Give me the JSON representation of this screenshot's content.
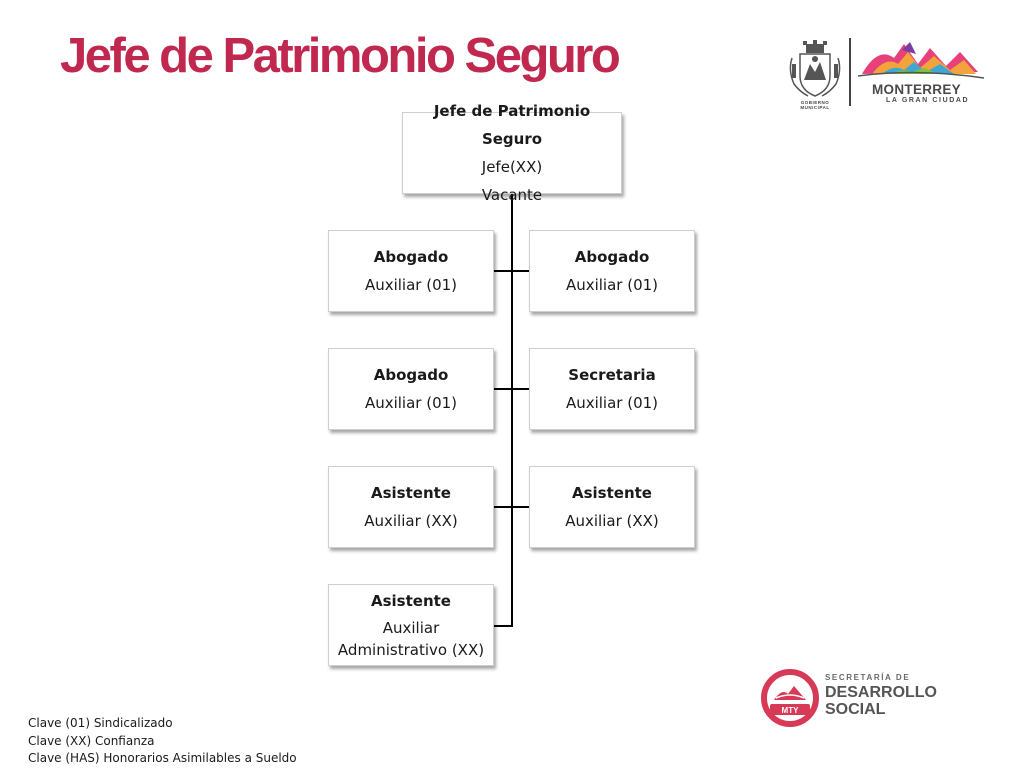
{
  "header": {
    "title": "Jefe de Patrimonio Seguro"
  },
  "logos": {
    "gobierno_caption": "GOBIERNO MUNICIPAL",
    "monterrey_name": "MONTERREY",
    "monterrey_subtitle": "LA GRAN CIUDAD",
    "ds_top": "SECRETARÍA DE",
    "ds_middle": "DESARROLLO",
    "ds_bottom": "SOCIAL",
    "ds_badge": "MTY"
  },
  "org": {
    "root": {
      "title": "Jefe de Patrimonio Seguro",
      "line1": "Jefe(XX)",
      "line2": "Vacante"
    },
    "nodes": [
      {
        "title": "Abogado",
        "subtitle": "Auxiliar  (01)"
      },
      {
        "title": "Abogado",
        "subtitle": "Auxiliar  (01)"
      },
      {
        "title": "Abogado",
        "subtitle": "Auxiliar  (01)"
      },
      {
        "title": "Secretaria",
        "subtitle": "Auxiliar  (01)"
      },
      {
        "title": "Asistente",
        "subtitle": "Auxiliar  (XX)"
      },
      {
        "title": "Asistente",
        "subtitle": "Auxiliar  (XX)"
      },
      {
        "title": "Asistente",
        "subtitle": "Auxiliar",
        "subtitle2": "Administrativo (XX)"
      }
    ]
  },
  "legend": [
    "Clave (01) Sindicalizado",
    "Clave (XX) Confianza",
    "Clave (HAS) Honorarios Asimilables a  Sueldo"
  ],
  "colors": {
    "title": "#c0284f",
    "connector": "#000000",
    "box_border": "#cfcfcf"
  }
}
